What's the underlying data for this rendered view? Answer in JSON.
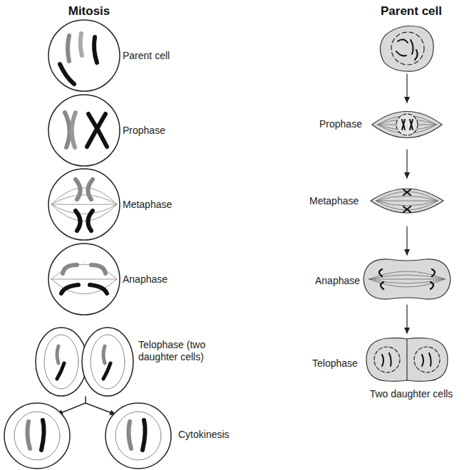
{
  "diagram": {
    "title": "Mitosis",
    "labels": [
      "Parent cell",
      "Prophase",
      "Metaphase",
      "Anaphase",
      "Telophase (two daughter cells)",
      "Cytokinesis",
      "Parent cell",
      "Prophase",
      "Metaphase",
      "Anaphase",
      "Telophase",
      "Two daughter cells"
    ]
  }
}
